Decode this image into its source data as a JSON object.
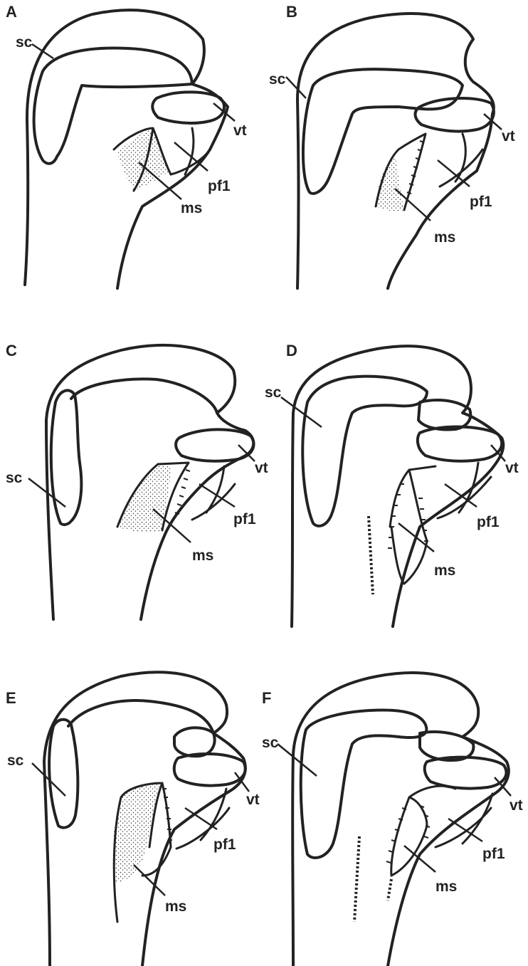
{
  "panels": [
    {
      "id": "A",
      "labels": {
        "sc": "sc",
        "vt": "vt",
        "pf1": "pf1",
        "ms": "ms"
      }
    },
    {
      "id": "B",
      "labels": {
        "sc": "sc",
        "vt": "vt",
        "pf1": "pf1",
        "ms": "ms"
      }
    },
    {
      "id": "C",
      "labels": {
        "sc": "sc",
        "vt": "vt",
        "pf1": "pf1",
        "ms": "ms"
      }
    },
    {
      "id": "D",
      "labels": {
        "sc": "sc",
        "vt": "vt",
        "pf1": "pf1",
        "ms": "ms"
      }
    },
    {
      "id": "E",
      "labels": {
        "sc": "sc",
        "vt": "vt",
        "pf1": "pf1",
        "ms": "ms"
      }
    },
    {
      "id": "F",
      "labels": {
        "sc": "sc",
        "vt": "vt",
        "pf1": "pf1",
        "ms": "ms"
      }
    }
  ],
  "colors": {
    "line": "#222222",
    "stipple": "#333333",
    "background": "#ffffff"
  }
}
